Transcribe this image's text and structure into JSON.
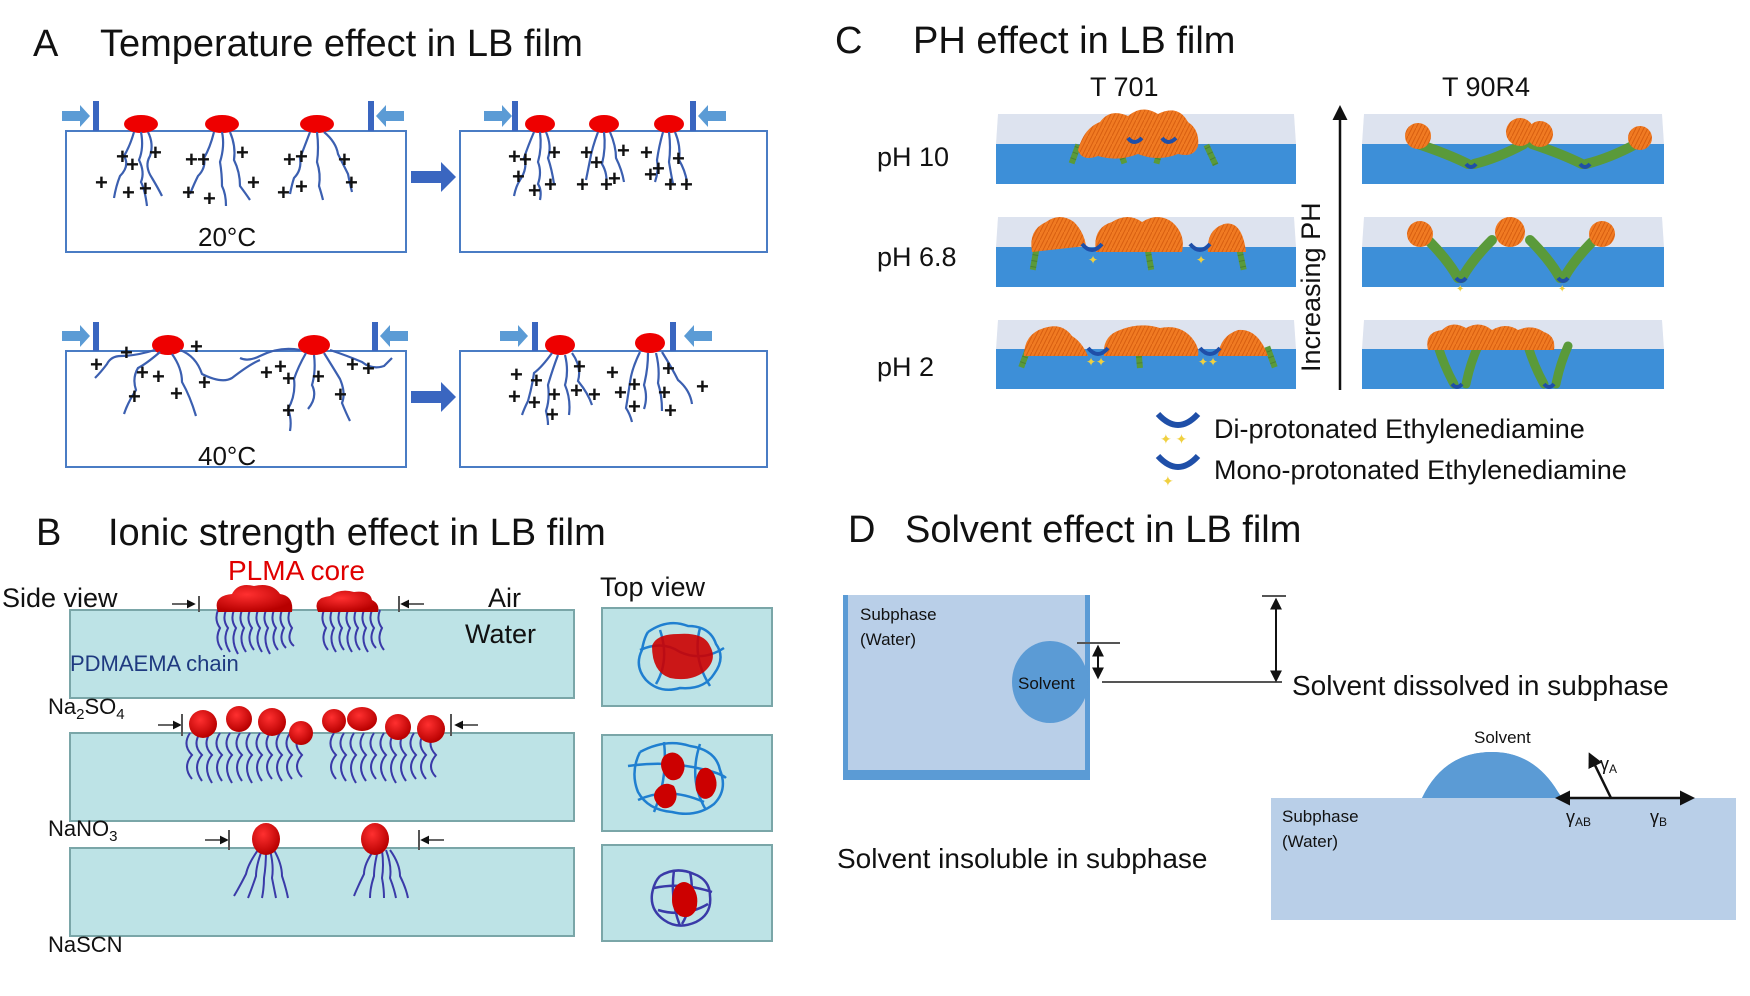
{
  "figure": {
    "panels": [
      {
        "letter": "A",
        "title": "Temperature effect in LB film",
        "labels": {
          "low_temp": "20°C",
          "high_temp": "40°C"
        },
        "charge_symbol": "+"
      },
      {
        "letter": "B",
        "title": "Ionic strength effect in LB film",
        "labels": {
          "core": "PLMA core",
          "side_view": "Side view",
          "top_view": "Top view",
          "air": "Air",
          "water": "Water",
          "chain": "PDMAEMA chain",
          "salt1_main": "Na",
          "salt1_sub1": "2",
          "salt1_mid": "SO",
          "salt1_sub2": "4",
          "salt2_main": "NaNO",
          "salt2_sub": "3",
          "salt3": "NaSCN"
        }
      },
      {
        "letter": "C",
        "title": "PH effect in LB film",
        "columns": [
          "T 701",
          "T 90R4"
        ],
        "rows": [
          "pH 10",
          "pH 6.8",
          "pH 2"
        ],
        "axis_label": "Increasing PH",
        "legend": [
          {
            "label": "Di-protonated Ethylenediamine",
            "icon": "di-protonated-icon"
          },
          {
            "label": "Mono-protonated Ethylenediamine",
            "icon": "mono-protonated-icon"
          }
        ]
      },
      {
        "letter": "D",
        "title": "Solvent effect in LB film",
        "labels": {
          "subphase_line1": "Subphase",
          "subphase_line2": "(Water)",
          "solvent": "Solvent",
          "dissolved": "Solvent dissolved in subphase",
          "insoluble": "Solvent insoluble in subphase",
          "gamma": "γ",
          "sub_a": "A",
          "sub_ab": "AB",
          "sub_b": "B"
        }
      }
    ],
    "colors": {
      "trough_outline": "#4a7cc4",
      "barrier": "#3a66c0",
      "arrow": "#5b9bd5",
      "head_red": "#ee0000",
      "chain_blue": "#3b5fb0",
      "water_b": "#bde3e6",
      "water_b_border": "#7aa6a8",
      "brush_navy": "#3a3aa8",
      "core_red": "#cc0000",
      "top_blue": "#1f7fd0",
      "c_air": "#dde3ef",
      "c_water": "#3d8fd8",
      "c_orange": "#f07a22",
      "c_green": "#5a9a3a",
      "c_blue_cup": "#1f4fa8",
      "c_yellow": "#f0d040",
      "d_subphase": "#b9cfe8",
      "d_wall": "#5b9bd5",
      "d_solvent": "#5b9bd5",
      "label_red": "#e00000",
      "label_navy": "#1f3a80"
    }
  }
}
